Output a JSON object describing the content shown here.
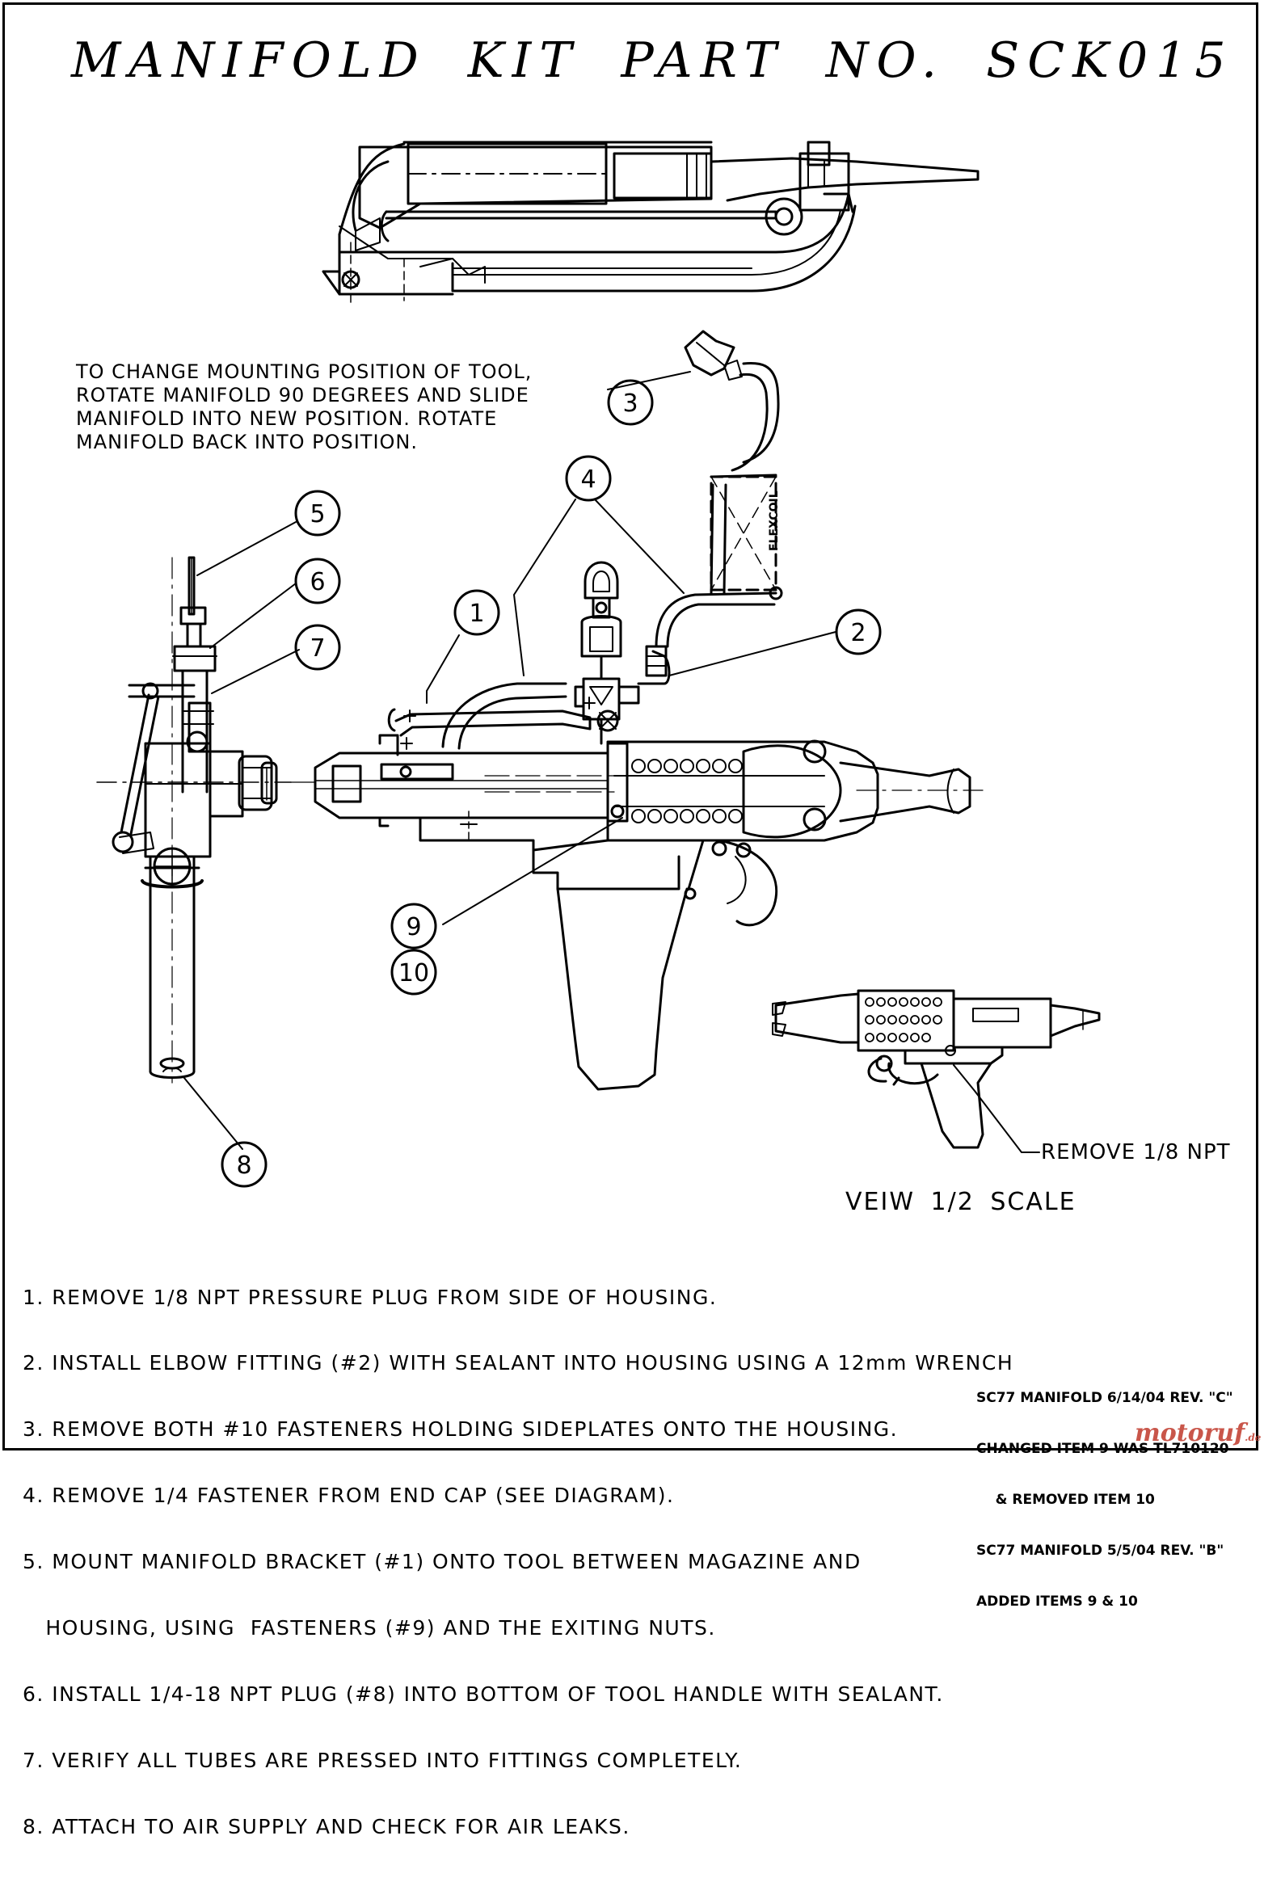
{
  "title": "MANIFOLD KIT PART NO. SCK015",
  "note_lines": [
    "TO CHANGE MOUNTING POSITION OF TOOL,",
    "ROTATE MANIFOLD 90 DEGREES AND SLIDE",
    "MANIFOLD INTO NEW POSITION.  ROTATE",
    "MANIFOLD BACK INTO POSITION."
  ],
  "callouts": [
    "1",
    "2",
    "3",
    "4",
    "5",
    "6",
    "7",
    "8",
    "9",
    "10"
  ],
  "flexcoil_label": "FLEXCOIL",
  "view_label": "VEIW 1/2 SCALE",
  "remove_label": "REMOVE 1/8 NPT",
  "steps": [
    "1. REMOVE 1/8 NPT PRESSURE PLUG FROM SIDE OF HOUSING.",
    "2. INSTALL ELBOW FITTING (#2) WITH SEALANT INTO HOUSING USING A 12mm WRENCH",
    "3. REMOVE BOTH #10 FASTENERS HOLDING SIDEPLATES ONTO THE HOUSING.",
    "4. REMOVE 1/4 FASTENER FROM END CAP (SEE DIAGRAM).",
    "5. MOUNT MANIFOLD BRACKET (#1) ONTO TOOL BETWEEN MAGAZINE AND",
    "   HOUSING, USING  FASTENERS (#9) AND THE EXITING NUTS.",
    "6. INSTALL 1/4-18 NPT PLUG (#8) INTO BOTTOM OF TOOL HANDLE WITH SEALANT.",
    "7. VERIFY ALL TUBES ARE PRESSED INTO FITTINGS COMPLETELY.",
    "8. ATTACH TO AIR SUPPLY AND CHECK FOR AIR LEAKS."
  ],
  "revision_lines": [
    "SC77 MANIFOLD 6/14/04 REV. \"C\"",
    "CHANGED ITEM 9 WAS TL710120",
    "    & REMOVED ITEM 10",
    "SC77 MANIFOLD 5/5/04 REV. \"B\"",
    "ADDED ITEMS 9 & 10"
  ],
  "watermark": "motoruf",
  "watermark_suffix": ".de"
}
